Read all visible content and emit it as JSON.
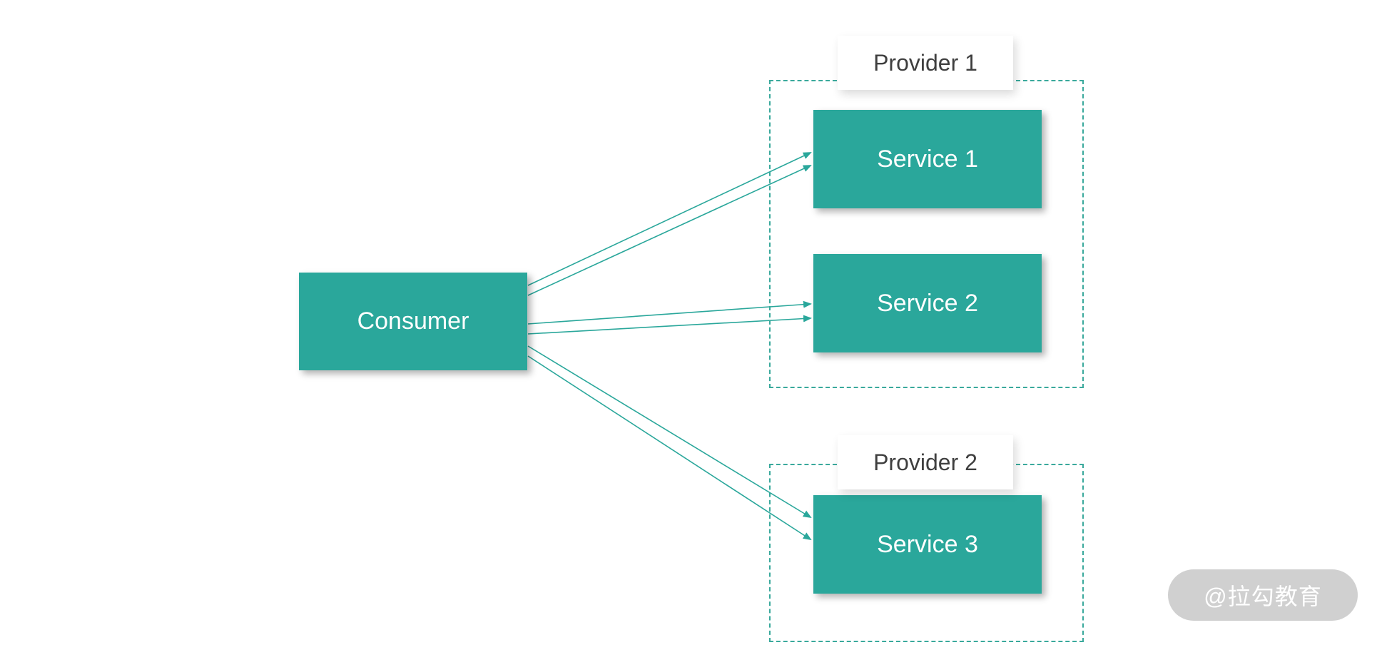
{
  "diagram": {
    "consumer": {
      "label": "Consumer"
    },
    "providers": [
      {
        "label": "Provider 1",
        "services": [
          {
            "label": "Service 1"
          },
          {
            "label": "Service 2"
          }
        ]
      },
      {
        "label": "Provider 2",
        "services": [
          {
            "label": "Service 3"
          }
        ]
      }
    ],
    "watermark": "@拉勾教育",
    "colors": {
      "node_fill": "#2aa79b",
      "dashed_border": "#3aa99c",
      "arrow": "#2aa79b",
      "provider_label_text": "#3f3f3f",
      "node_text": "#ffffff"
    }
  }
}
